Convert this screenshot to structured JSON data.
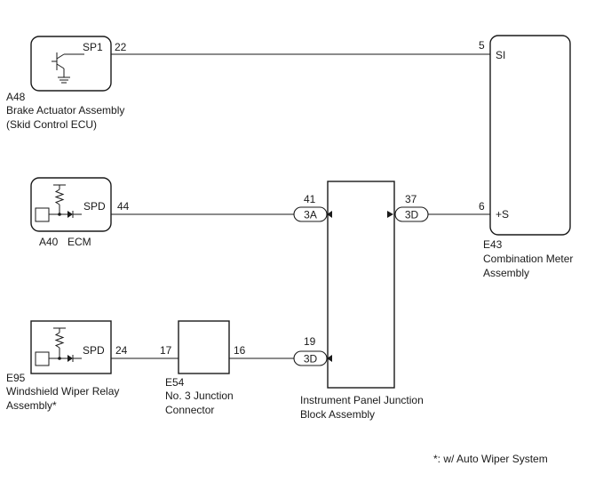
{
  "components": {
    "a48": {
      "code": "A48",
      "name_line1": "Brake Actuator Assembly",
      "name_line2": "(Skid Control ECU)",
      "terminal_label": "SP1",
      "pin": "22"
    },
    "a40": {
      "code": "A40",
      "name": "ECM",
      "terminal_label": "SPD",
      "pin": "44"
    },
    "e95": {
      "code": "E95",
      "name_line1": "Windshield Wiper Relay",
      "name_line2": "Assembly*",
      "terminal_label": "SPD",
      "pin": "24"
    },
    "e54": {
      "code": "E54",
      "name_line1": "No. 3 Junction",
      "name_line2": "Connector",
      "pin_left": "17",
      "pin_right": "16"
    },
    "junction_block": {
      "name_line1": "Instrument Panel Junction",
      "name_line2": "Block Assembly",
      "conn_top_left": {
        "pin": "41",
        "label": "3A"
      },
      "conn_top_right": {
        "pin": "37",
        "label": "3D"
      },
      "conn_bottom_left": {
        "pin": "19",
        "label": "3D"
      }
    },
    "e43": {
      "code": "E43",
      "name_line1": "Combination Meter",
      "name_line2": "Assembly",
      "terminal_si": "SI",
      "pin_si": "5",
      "terminal_s": "+S",
      "pin_s": "6"
    }
  },
  "footnote": "*: w/ Auto Wiper System"
}
